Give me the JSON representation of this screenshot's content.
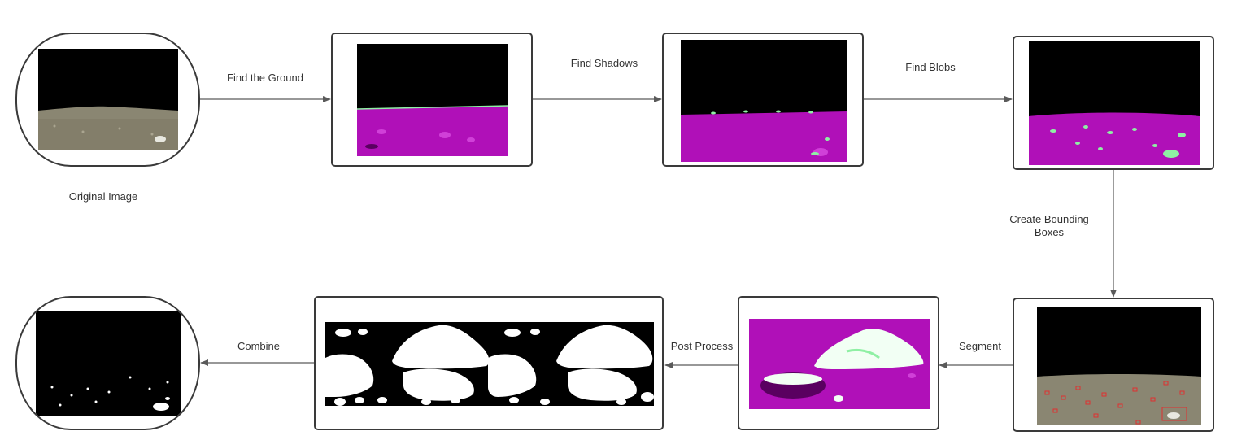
{
  "diagram": {
    "caption_original": "Original Image",
    "edges": {
      "find_ground": "Find the Ground",
      "find_shadows": "Find Shadows",
      "find_blobs": "Find Blobs",
      "bounding_boxes_line1": "Create Bounding",
      "bounding_boxes_line2": "Boxes",
      "segment": "Segment",
      "post_process": "Post Process",
      "combine": "Combine"
    }
  },
  "colors": {
    "sky": "#000000",
    "lunar_ground": "#8a8672",
    "ground_mask": "#b010b8",
    "highlight": "#8ff0a4",
    "bbox": "#e03030",
    "line": "#5a5a5a"
  }
}
